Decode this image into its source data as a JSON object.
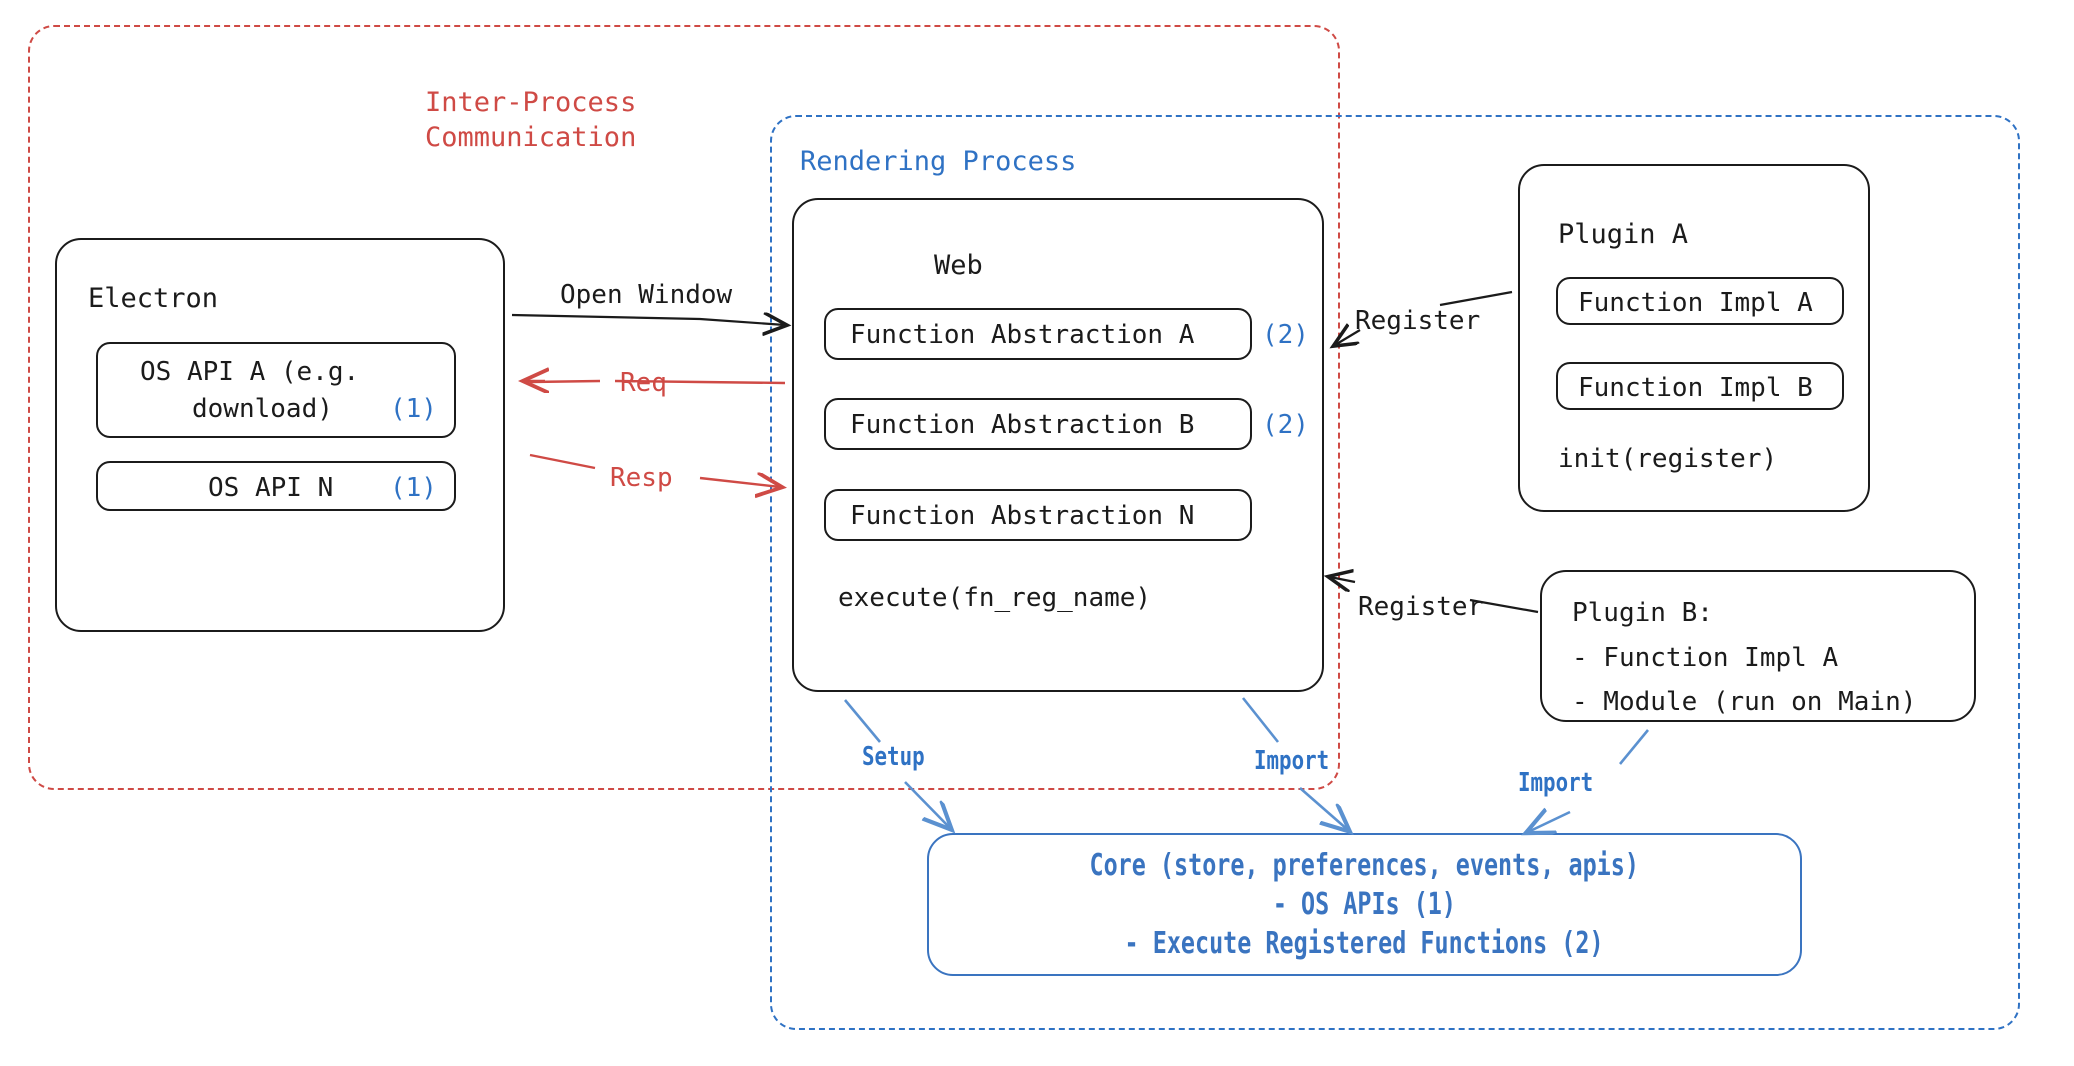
{
  "diagram": {
    "groups": {
      "ipc": {
        "label_line1": "Inter-Process",
        "label_line2": "Communication",
        "color": "#cf4a45"
      },
      "rendering": {
        "label": "Rendering Process",
        "color": "#2f72c4"
      }
    },
    "electron": {
      "title": "Electron",
      "apis": [
        {
          "line1": "OS API A (e.g.",
          "line2": "download)",
          "marker": "(1)"
        },
        {
          "line1": "OS API N",
          "line2": "",
          "marker": "(1)"
        }
      ]
    },
    "web": {
      "title": "Web",
      "abstractions": [
        {
          "label": "Function Abstraction A",
          "marker": "(2)"
        },
        {
          "label": "Function Abstraction B",
          "marker": "(2)"
        },
        {
          "label": "Function Abstraction N",
          "marker": ""
        }
      ],
      "execute": "execute(fn_reg_name)"
    },
    "plugin_a": {
      "title": "Plugin A",
      "impls": [
        "Function Impl A",
        "Function Impl B"
      ],
      "init": "init(register)"
    },
    "plugin_b": {
      "title": "Plugin B:",
      "items": [
        "- Function Impl A",
        "- Module (run on Main)"
      ]
    },
    "core": {
      "line1": "Core (store, preferences, events, apis)",
      "line2": "- OS APIs (1)",
      "line3": "- Execute Registered Functions (2)",
      "color": "#3a74c0"
    },
    "edges": {
      "open_window": "Open Window",
      "req": "Req",
      "resp": "Resp",
      "register_top": "Register",
      "register_bottom": "Register",
      "setup": "Setup",
      "import_web": "Import",
      "import_plugin": "Import"
    },
    "colors": {
      "ink": "#1b1b1b",
      "red": "#cf4a45",
      "blue": "#2f72c4",
      "blue_light": "#5b91d0"
    }
  }
}
